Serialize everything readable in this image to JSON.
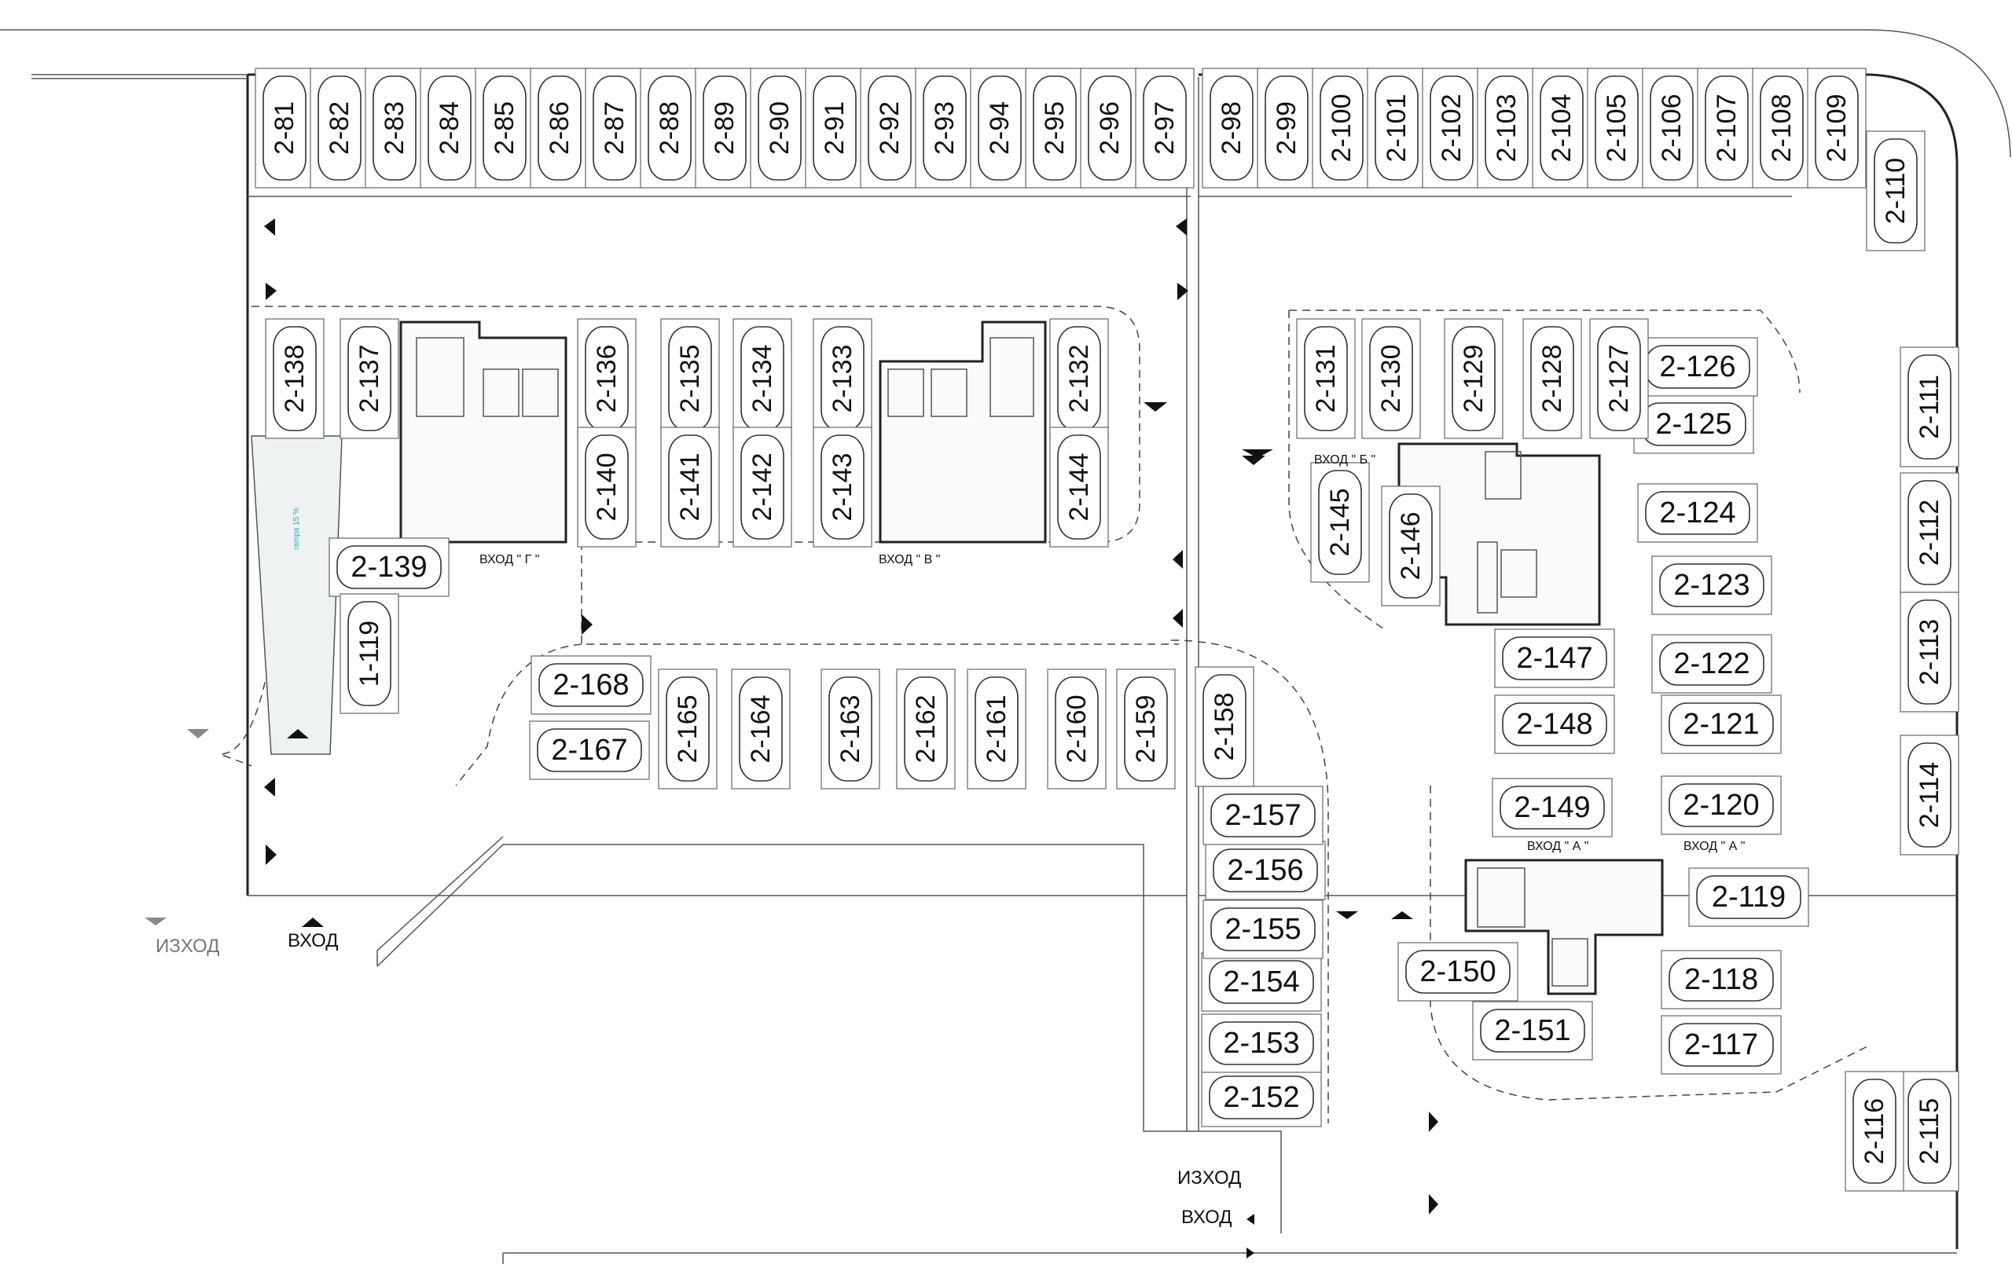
{
  "spaces": [
    {
      "id": "2-81"
    },
    {
      "id": "2-82"
    },
    {
      "id": "2-83"
    },
    {
      "id": "2-84"
    },
    {
      "id": "2-85"
    },
    {
      "id": "2-86"
    },
    {
      "id": "2-87"
    },
    {
      "id": "2-88"
    },
    {
      "id": "2-89"
    },
    {
      "id": "2-90"
    },
    {
      "id": "2-91"
    },
    {
      "id": "2-92"
    },
    {
      "id": "2-93"
    },
    {
      "id": "2-94"
    },
    {
      "id": "2-95"
    },
    {
      "id": "2-96"
    },
    {
      "id": "2-97"
    },
    {
      "id": "2-98"
    },
    {
      "id": "2-99"
    },
    {
      "id": "2-100"
    },
    {
      "id": "2-101"
    },
    {
      "id": "2-102"
    },
    {
      "id": "2-103"
    },
    {
      "id": "2-104"
    },
    {
      "id": "2-105"
    },
    {
      "id": "2-106"
    },
    {
      "id": "2-107"
    },
    {
      "id": "2-108"
    },
    {
      "id": "2-109"
    },
    {
      "id": "2-110"
    },
    {
      "id": "2-111"
    },
    {
      "id": "2-112"
    },
    {
      "id": "2-113"
    },
    {
      "id": "2-114"
    },
    {
      "id": "2-115"
    },
    {
      "id": "2-116"
    },
    {
      "id": "2-117"
    },
    {
      "id": "2-118"
    },
    {
      "id": "2-119"
    },
    {
      "id": "2-120"
    },
    {
      "id": "2-121"
    },
    {
      "id": "2-122"
    },
    {
      "id": "2-123"
    },
    {
      "id": "2-124"
    },
    {
      "id": "2-125"
    },
    {
      "id": "2-126"
    },
    {
      "id": "2-127"
    },
    {
      "id": "2-128"
    },
    {
      "id": "2-129"
    },
    {
      "id": "2-130"
    },
    {
      "id": "2-131"
    },
    {
      "id": "2-132"
    },
    {
      "id": "2-133"
    },
    {
      "id": "2-134"
    },
    {
      "id": "2-135"
    },
    {
      "id": "2-136"
    },
    {
      "id": "2-137"
    },
    {
      "id": "2-138"
    },
    {
      "id": "2-139"
    },
    {
      "id": "1-119"
    },
    {
      "id": "2-140"
    },
    {
      "id": "2-141"
    },
    {
      "id": "2-142"
    },
    {
      "id": "2-143"
    },
    {
      "id": "2-144"
    },
    {
      "id": "2-145"
    },
    {
      "id": "2-146"
    },
    {
      "id": "2-147"
    },
    {
      "id": "2-148"
    },
    {
      "id": "2-149"
    },
    {
      "id": "2-150"
    },
    {
      "id": "2-151"
    },
    {
      "id": "2-152"
    },
    {
      "id": "2-153"
    },
    {
      "id": "2-154"
    },
    {
      "id": "2-155"
    },
    {
      "id": "2-156"
    },
    {
      "id": "2-157"
    },
    {
      "id": "2-158"
    },
    {
      "id": "2-159"
    },
    {
      "id": "2-160"
    },
    {
      "id": "2-161"
    },
    {
      "id": "2-162"
    },
    {
      "id": "2-163"
    },
    {
      "id": "2-164"
    },
    {
      "id": "2-165"
    },
    {
      "id": "2-167"
    },
    {
      "id": "2-168"
    }
  ],
  "labels": {
    "entrance_g": "ВХОД \" Г \"",
    "entrance_v": "ВХОД \" В \"",
    "entrance_b": "ВХОД \" Б \"",
    "entrance_a1": "ВХОД \" А \"",
    "entrance_a2": "ВХОД \" А \"",
    "exit_left": "ИЗХОД",
    "entry_left": "ВХОД",
    "exit_bottom": "ИЗХОД",
    "entry_bottom": "ВХОД"
  },
  "colors": {
    "line": "#222222",
    "muted_text": "#777777",
    "note": "#33aaaa"
  }
}
